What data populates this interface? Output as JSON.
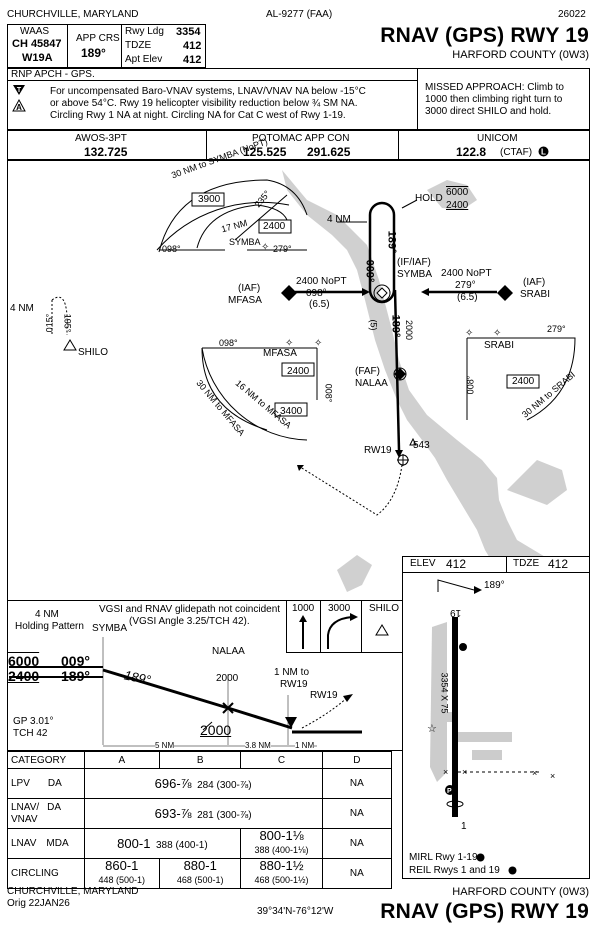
{
  "header": {
    "city_state": "CHURCHVILLE, MARYLAND",
    "chart_id": "AL-9277 (FAA)",
    "cycle": "26022",
    "title": "RNAV (GPS) RWY 19",
    "airport": "HARFORD COUNTY (0W3)"
  },
  "info_box": {
    "waas_label": "WAAS",
    "ch_label": "CH 45847",
    "waas_id": "W19A",
    "app_crs_label": "APP CRS",
    "app_crs_value": "189°",
    "rwy_ldg_label": "Rwy Ldg",
    "rwy_ldg_value": "3354",
    "tdze_label": "TDZE",
    "tdze_value": "412",
    "apt_elev_label": "Apt Elev",
    "apt_elev_value": "412"
  },
  "notes": {
    "rnp": "RNP APCH - GPS.",
    "line1": "For uncompensated Baro-VNAV systems, LNAV/VNAV NA below -15°C",
    "line2": "or above 54°C. Rwy 19 helicopter visibility reduction below ¾ SM NA.",
    "line3": "Circling Rwy 1 NA at night. Circling NA for Cat C west of Rwy 1-19.",
    "missed_approach": [
      "MISSED APPROACH: Climb to",
      "1000 then climbing right turn to",
      "3000 direct SHILO and hold."
    ]
  },
  "comms": {
    "awos_label": "AWOS-3PT",
    "awos_freq": "132.725",
    "app_label": "POTOMAC APP CON",
    "app_freq1": "125.525",
    "app_freq2": "291.625",
    "unicom_label": "UNICOM",
    "unicom_freq": "122.8",
    "ctaf": "(CTAF)"
  },
  "plan": {
    "symba_taa_arc": "30 NM to SYMBA (NoPT)",
    "symba_taa_alt": "3900",
    "symba_taa_inner": "17 NM",
    "symba_taa_alt2": "2400",
    "symba_taa_brg1": "235°",
    "symba_taa_brg2": "098°",
    "symba_taa_brg3": "279°",
    "symba_taa_fix": "SYMBA",
    "hold_label": "HOLD",
    "hold_alt_top": "6000",
    "hold_alt_bot": "2400",
    "hold_4nm": "4 NM",
    "hold_009": "009°",
    "hold_189": "189°",
    "if_iaf": "(IF/IAF)",
    "symba": "SYMBA",
    "iaf_mfasa": "(IAF)",
    "mfasa": "MFASA",
    "mfasa_alt": "2400 NoPT",
    "mfasa_crs": "098°",
    "mfasa_dist": "(6.5)",
    "iaf_srabi": "(IAF)",
    "srabi": "SRABI",
    "srabi_alt": "2400 NoPT",
    "srabi_crs": "279°",
    "srabi_dist": "(6.5)",
    "final_crs": "189°",
    "final_dist": "(5)",
    "final_alt": "2000",
    "faf": "(FAF)",
    "nalaa": "NALAA",
    "rw19": "RW19",
    "obstacle": "543",
    "shilo_4nm": "4 NM",
    "shilo_015": "015°",
    "shilo_195": "195°",
    "shilo": "SHILO",
    "mfasa_taa_fix": "MFASA",
    "mfasa_taa_098": "098°",
    "mfasa_taa_008": "008°",
    "mfasa_taa_alt1": "2400",
    "mfasa_taa_alt2": "3400",
    "mfasa_taa_16": "16 NM to MFASA",
    "mfasa_taa_30": "30 NM to MFASA",
    "srabi_taa_fix": "SRABI",
    "srabi_taa_279": "279°",
    "srabi_taa_008": "008°",
    "srabi_taa_alt": "2400",
    "srabi_taa_30": "30 NM to SRABI"
  },
  "airport_sketch": {
    "elev_label": "ELEV",
    "elev_value": "412",
    "tdze_label": "TDZE",
    "tdze_value": "412",
    "crs": "189°",
    "rwy_top": "19",
    "rwy_bottom": "1",
    "rwy_dims": "3354 X 75",
    "mirl": "MIRL Rwy 1-19",
    "reil": "REIL Rwys 1 and 19"
  },
  "profile": {
    "holding": "4 NM",
    "holding2": "Holding Pattern",
    "symba": "SYMBA",
    "vgsi_note1": "VGSI and RNAV glidepath not coincident",
    "vgsi_note2": "(VGSI Angle 3.25/TCH 42).",
    "alt_6000": "6000",
    "crs_009": "009°",
    "alt_2400": "2400",
    "crs_189": "189°",
    "crs_189b": "189°",
    "nalaa": "NALAA",
    "nalaa_alt": "2000",
    "nm_to_rw": "1 NM to",
    "rw19a": "RW19",
    "rw19b": "RW19",
    "glide_alt": "2000",
    "gp": "GP 3.01°",
    "tch": "TCH 42",
    "dist1": "5 NM",
    "dist2": "3.8 NM",
    "dist3": "1 NM",
    "icon_1000": "1000",
    "icon_3000": "3000",
    "icon_shilo": "SHILO"
  },
  "minimums": {
    "headers": [
      "CATEGORY",
      "A",
      "B",
      "C",
      "D"
    ],
    "lpv": {
      "label": "LPV",
      "type": "DA",
      "value": "696-⅞",
      "hat": "284 (300-⅞)",
      "d": "NA"
    },
    "lnav_vnav": {
      "label": "LNAV/",
      "label2": "VNAV",
      "type": "DA",
      "value": "693-⅞",
      "hat": "281 (300-⅞)",
      "d": "NA"
    },
    "lnav": {
      "label": "LNAV",
      "type": "MDA",
      "ab": "800-1",
      "ab_hat": "388 (400-1)",
      "c": "800-1⅛",
      "c_hat": "388 (400-1⅛)",
      "d": "NA"
    },
    "circling": {
      "label": "CIRCLING",
      "a": "860-1",
      "a_hat": "448 (500-1)",
      "b": "880-1",
      "b_hat": "468 (500-1)",
      "c": "880-1½",
      "c_hat": "468 (500-1½)",
      "d": "NA"
    }
  },
  "footer": {
    "city_state": "CHURCHVILLE, MARYLAND",
    "orig": "Orig  22JAN26",
    "coords": "39°34'N-76°12'W",
    "airport": "HARFORD COUNTY (0W3)",
    "title": "RNAV (GPS) RWY 19"
  }
}
